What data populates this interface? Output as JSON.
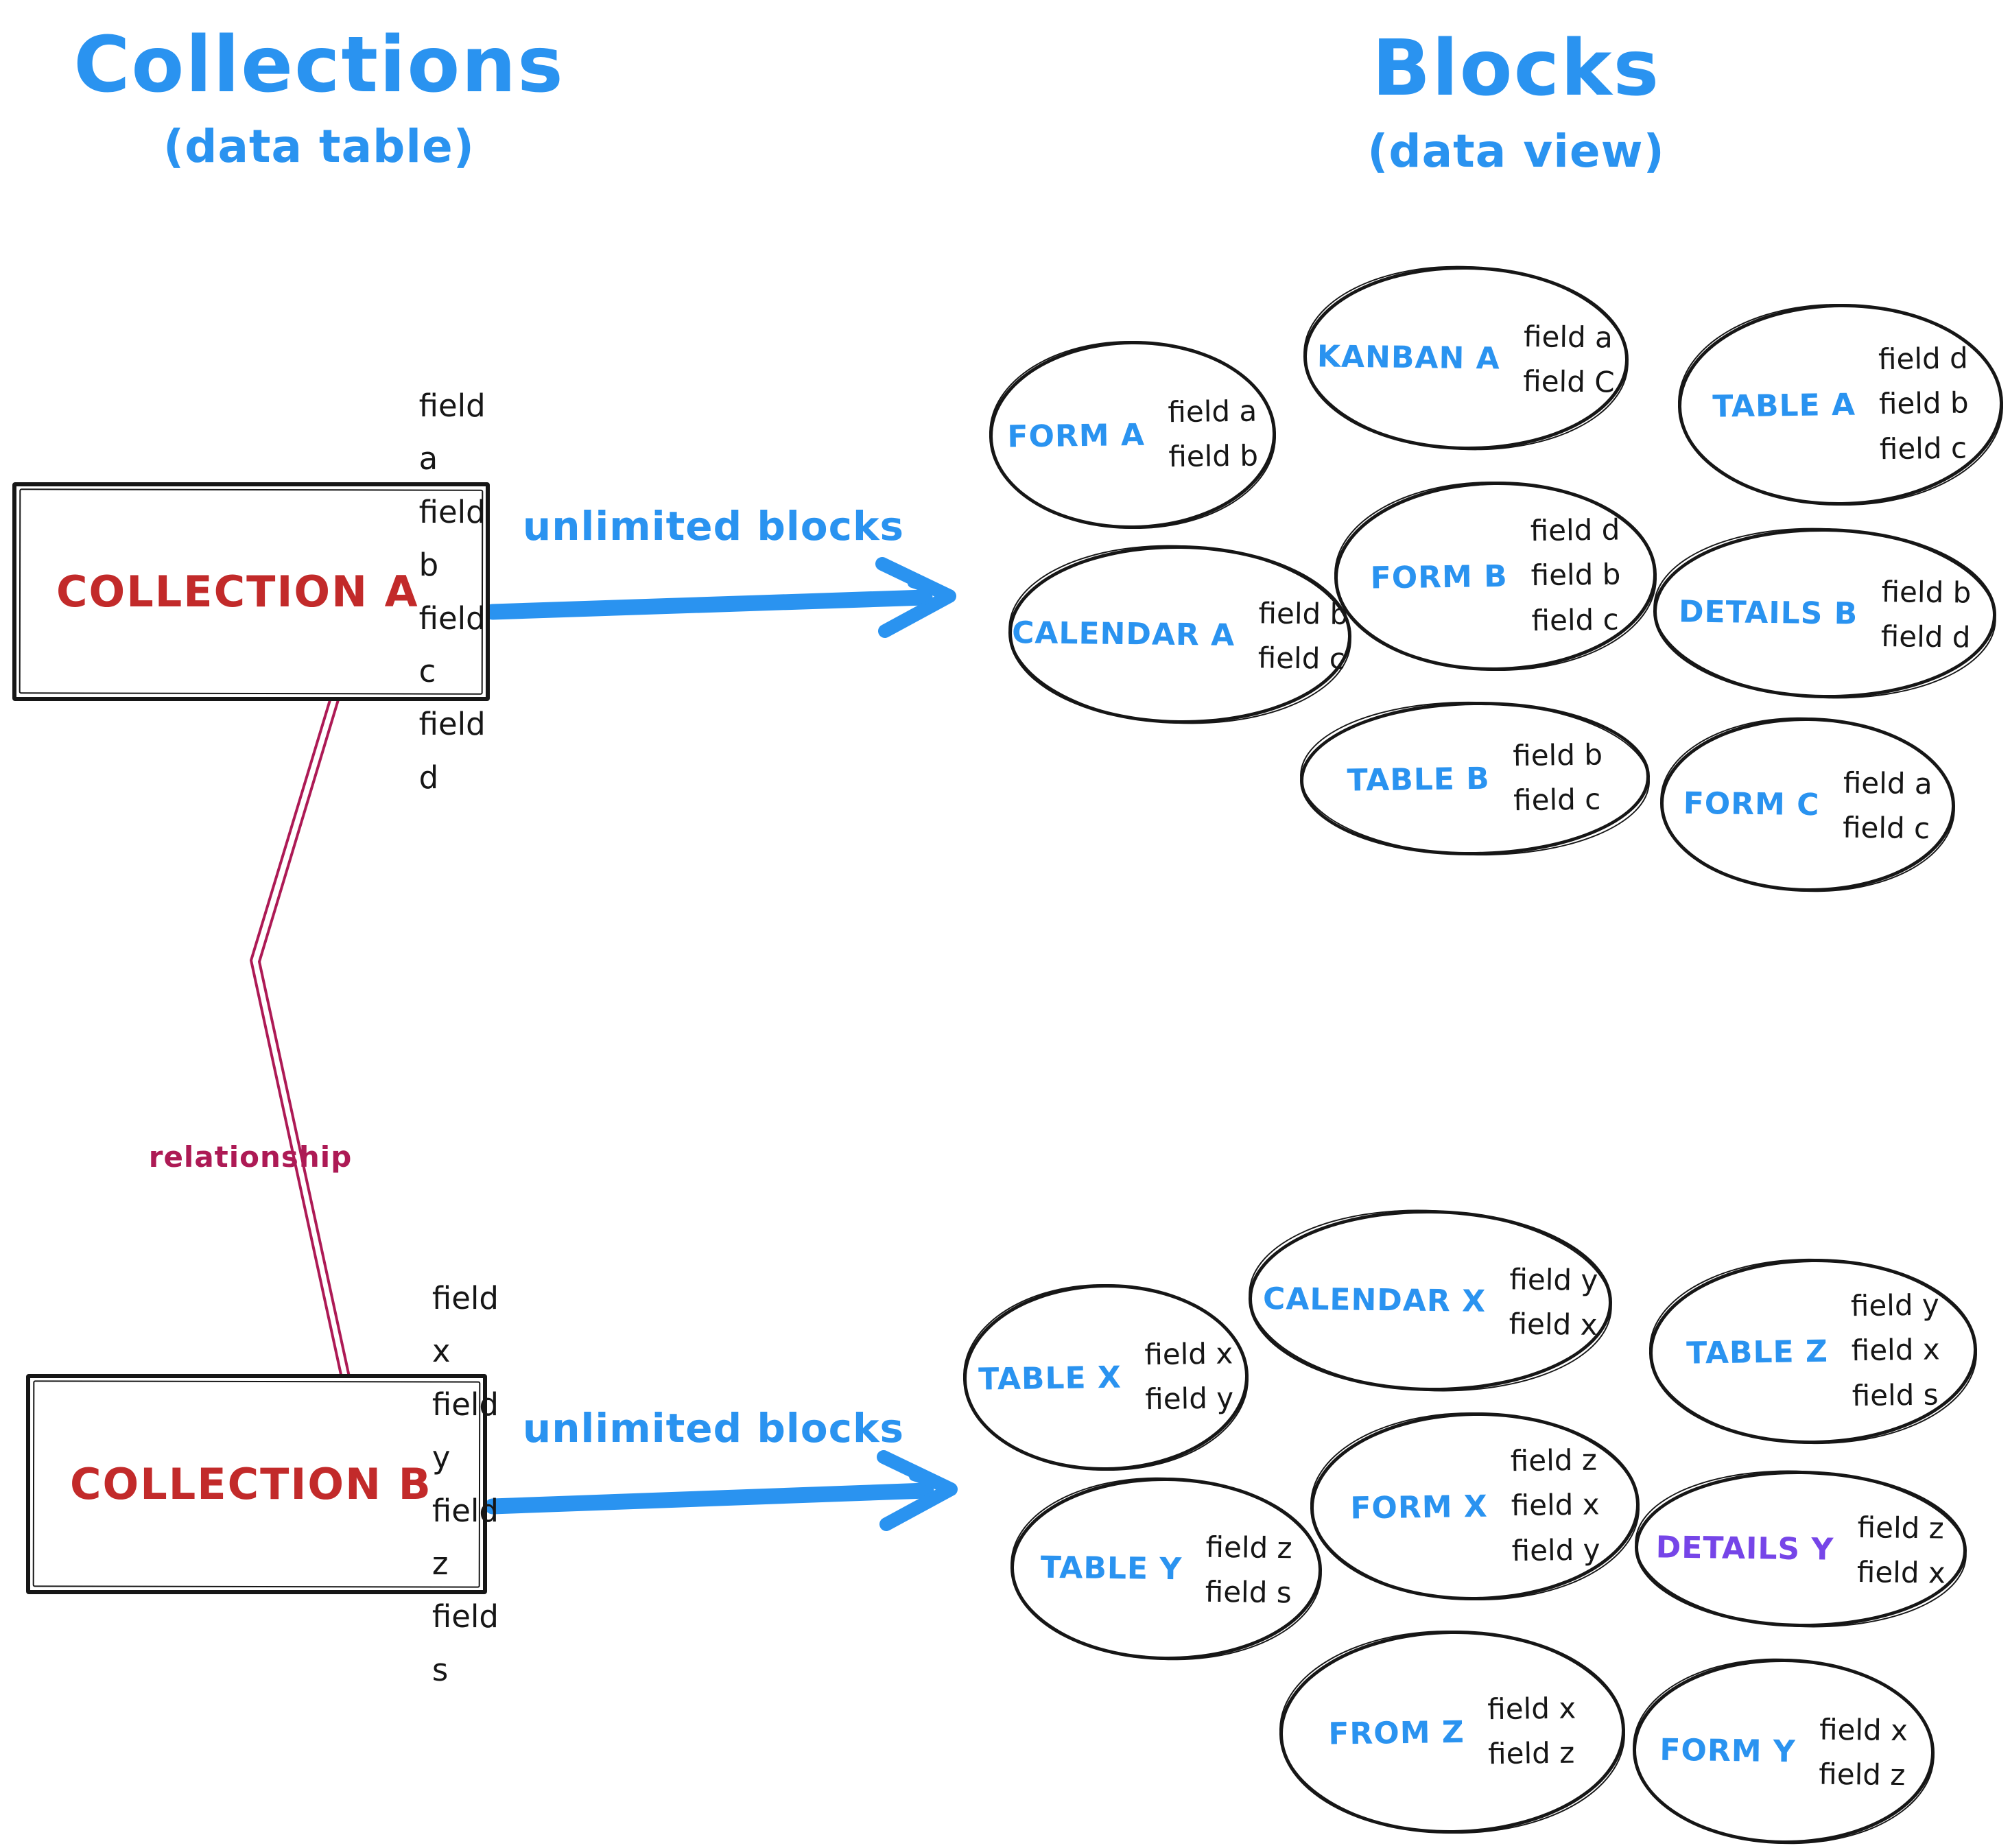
{
  "colors": {
    "blue": "#2A93F0",
    "red": "#C22A2A",
    "relationship": "#AD1A55",
    "purple": "#7645E8",
    "ink": "#161616"
  },
  "left_column": {
    "title": "Collections",
    "subtitle": "(data table)",
    "relationship_label": "relationship",
    "collections": [
      {
        "name": "COLLECTION A",
        "fields": [
          "field a",
          "field b",
          "field c",
          "field d"
        ]
      },
      {
        "name": "COLLECTION B",
        "fields": [
          "field x",
          "field y",
          "field z",
          "field s"
        ]
      }
    ]
  },
  "right_column": {
    "title": "Blocks",
    "subtitle": "(data view)"
  },
  "arrows": {
    "top_label": "unlimited blocks",
    "bottom_label": "unlimited blocks"
  },
  "blocks": [
    {
      "name": "FORM A",
      "color": "blue",
      "fields": [
        "field a",
        "field b"
      ]
    },
    {
      "name": "KANBAN A",
      "color": "blue",
      "fields": [
        "field a",
        "field C"
      ]
    },
    {
      "name": "TABLE A",
      "color": "blue",
      "fields": [
        "field d",
        "field b",
        "field c"
      ]
    },
    {
      "name": "CALENDAR A",
      "color": "blue",
      "fields": [
        "field b",
        "field c"
      ]
    },
    {
      "name": "FORM B",
      "color": "blue",
      "fields": [
        "field d",
        "field b",
        "field c"
      ]
    },
    {
      "name": "DETAILS B",
      "color": "blue",
      "fields": [
        "field b",
        "field d"
      ]
    },
    {
      "name": "TABLE B",
      "color": "blue",
      "fields": [
        "field b",
        "field c"
      ]
    },
    {
      "name": "FORM C",
      "color": "blue",
      "fields": [
        "field a",
        "field c"
      ]
    },
    {
      "name": "TABLE X",
      "color": "blue",
      "fields": [
        "field x",
        "field y"
      ]
    },
    {
      "name": "CALENDAR X",
      "color": "blue",
      "fields": [
        "field y",
        "field x"
      ]
    },
    {
      "name": "TABLE Z",
      "color": "blue",
      "fields": [
        "field y",
        "field x",
        "field s"
      ]
    },
    {
      "name": "TABLE Y",
      "color": "blue",
      "fields": [
        "field z",
        "field s"
      ]
    },
    {
      "name": "FORM X",
      "color": "blue",
      "fields": [
        "field z",
        "field x",
        "field y"
      ]
    },
    {
      "name": "DETAILS Y",
      "color": "purple",
      "fields": [
        "field z",
        "field x"
      ]
    },
    {
      "name": "FROM Z",
      "color": "blue",
      "fields": [
        "field x",
        "field z"
      ]
    },
    {
      "name": "FORM Y",
      "color": "blue",
      "fields": [
        "field x",
        "field z"
      ]
    }
  ]
}
